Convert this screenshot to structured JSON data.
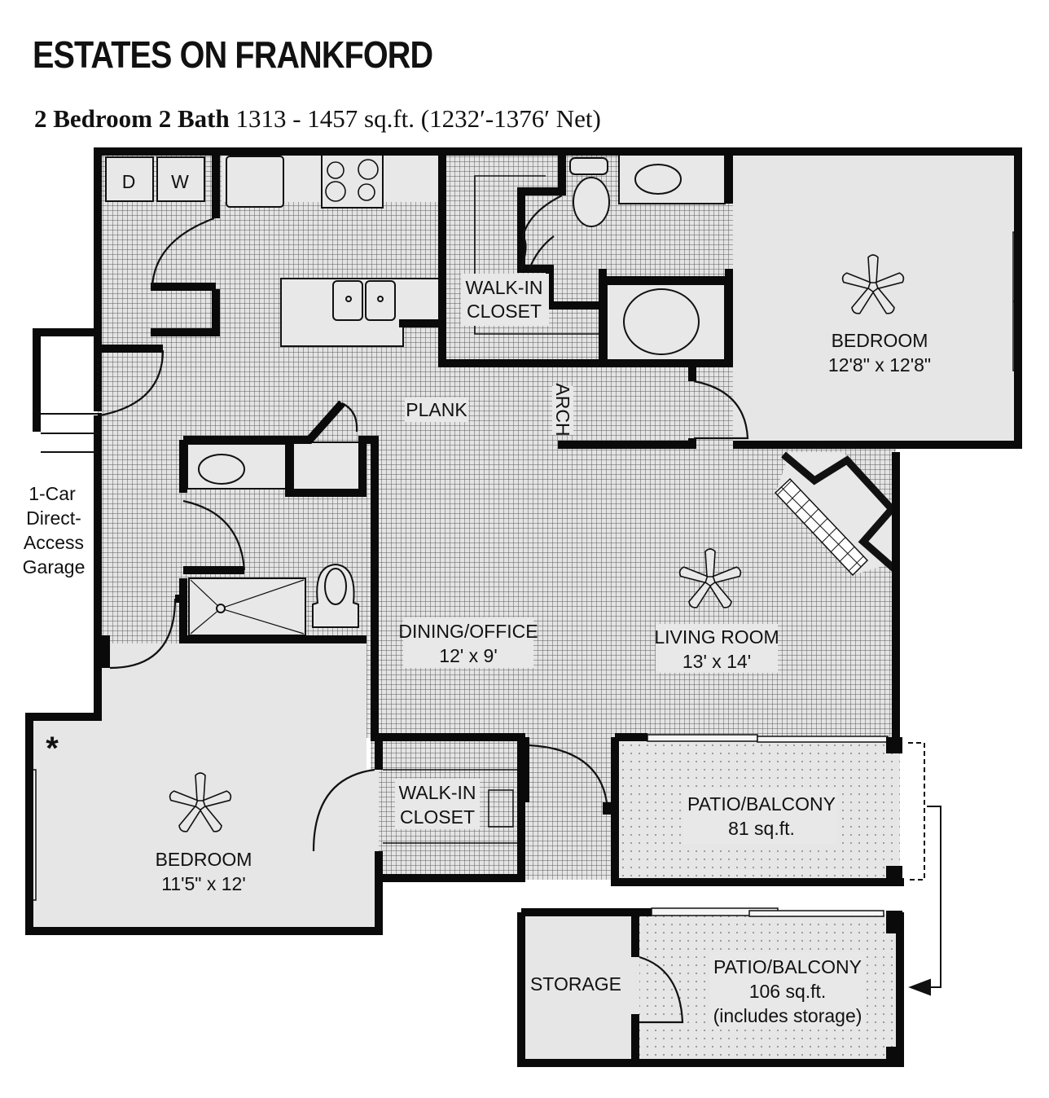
{
  "header": {
    "title": "ESTATES ON FRANKFORD",
    "unit_type": "2 Bedroom 2 Bath",
    "sqft": "1313 - 1457 sq.ft. (1232′-1376′ Net)"
  },
  "appliances": {
    "dryer": "D",
    "washer": "W"
  },
  "rooms": {
    "master_closet": {
      "line1": "WALK-IN",
      "line2": "CLOSET"
    },
    "master_bedroom": {
      "name": "BEDROOM",
      "size": "12'8\" x 12'8\""
    },
    "plank": "PLANK",
    "arch": "ARCH",
    "garage": {
      "line1": "1-Car",
      "line2": "Direct-",
      "line3": "Access",
      "line4": "Garage"
    },
    "dining": {
      "name": "DINING/OFFICE",
      "size": "12' x 9'"
    },
    "living": {
      "name": "LIVING ROOM",
      "size": "13' x 14'"
    },
    "bedroom2": {
      "name": "BEDROOM",
      "size": "11'5\" x 12'"
    },
    "bedroom2_closet": {
      "line1": "WALK-IN",
      "line2": "CLOSET"
    },
    "patio1": {
      "name": "PATIO/BALCONY",
      "size": "81 sq.ft."
    },
    "storage": "STORAGE",
    "patio2": {
      "name": "PATIO/BALCONY",
      "size": "106 sq.ft.",
      "note": "(includes storage)"
    },
    "asterisk": "*"
  },
  "colors": {
    "wall": "#0a0a0a",
    "floor_light": "#e6e6e6",
    "tile_line": "#555555",
    "background": "#ffffff"
  }
}
